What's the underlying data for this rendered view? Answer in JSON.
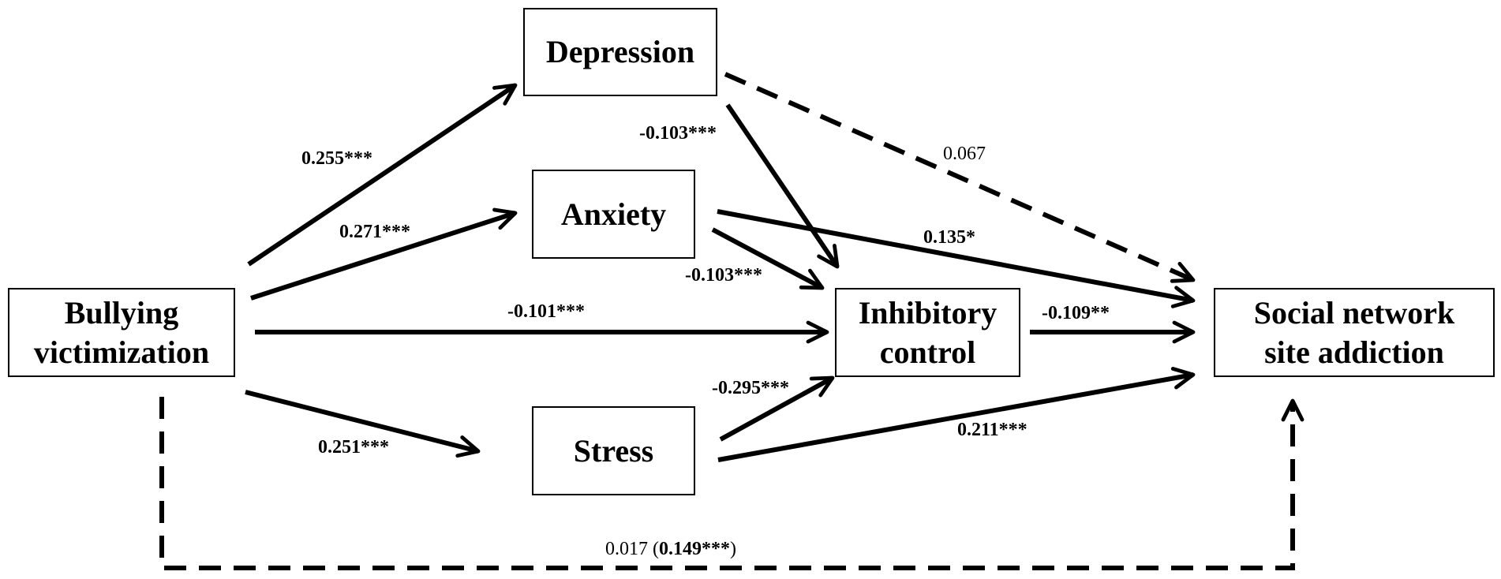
{
  "nodes": {
    "depression": "Depression",
    "anxiety": "Anxiety",
    "stress": "Stress",
    "bullying_line1": "Bullying",
    "bullying_line2": "victimization",
    "inhibitory_line1": "Inhibitory",
    "inhibitory_line2": "control",
    "sna_line1": "Social network",
    "sna_line2": "site addiction"
  },
  "paths": {
    "bullying_depression": "0.255***",
    "bullying_anxiety": "0.271***",
    "bullying_stress": "0.251***",
    "bullying_inhibitory": "-0.101***",
    "depression_inhibitory": "-0.103***",
    "anxiety_inhibitory": "-0.103***",
    "stress_inhibitory": "-0.295***",
    "depression_sna": "0.067",
    "anxiety_sna": "0.135*",
    "inhibitory_sna": "-0.109**",
    "stress_sna": "0.211***",
    "bullying_sna_direct": "0.017",
    "bullying_sna_total": "0.149***"
  }
}
